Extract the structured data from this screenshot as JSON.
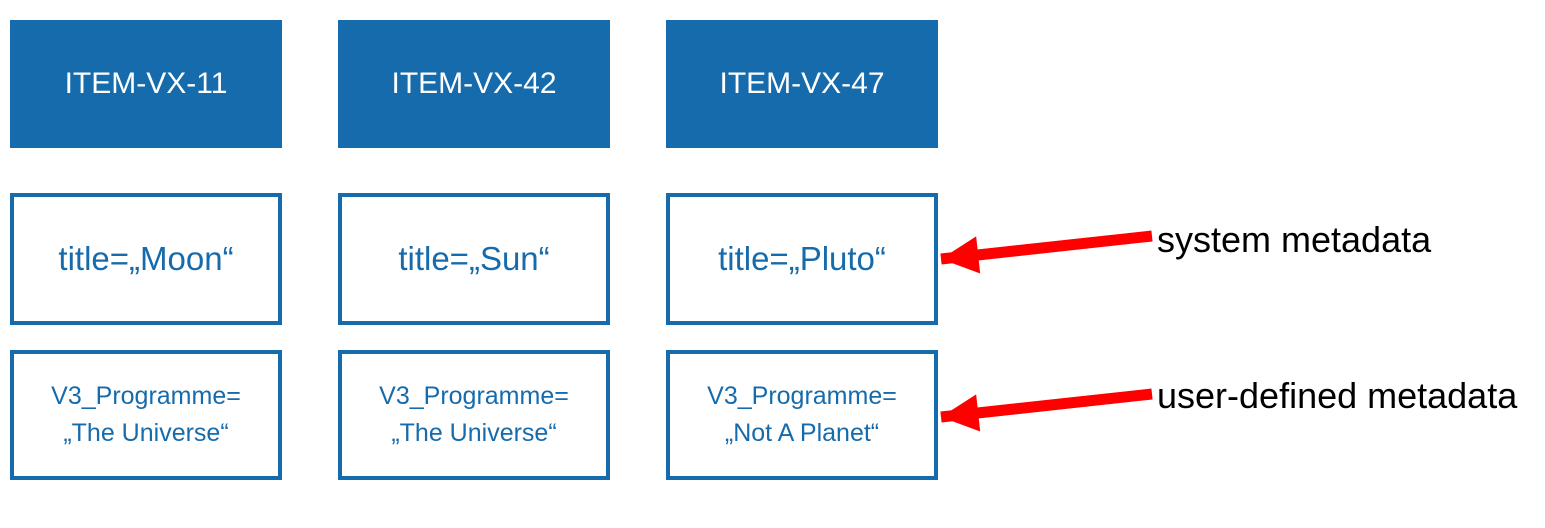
{
  "diagram": {
    "items": [
      {
        "id": "ITEM-VX-11",
        "system_metadata": "title=„Moon“",
        "user_metadata_line1": "V3_Programme=",
        "user_metadata_line2": "„The Universe“"
      },
      {
        "id": "ITEM-VX-42",
        "system_metadata": "title=„Sun“",
        "user_metadata_line1": "V3_Programme=",
        "user_metadata_line2": "„The Universe“"
      },
      {
        "id": "ITEM-VX-47",
        "system_metadata": "title=„Pluto“",
        "user_metadata_line1": "V3_Programme=",
        "user_metadata_line2": "„Not A Planet“"
      }
    ],
    "annotations": [
      {
        "label": "system metadata",
        "points_to": "system-metadata-box"
      },
      {
        "label": "user-defined metadata",
        "points_to": "user-metadata-box"
      }
    ],
    "colors": {
      "box_blue": "#166BAC",
      "header_text": "#FFFFFF",
      "arrow_red": "#FF0000",
      "annotation_text": "#000000"
    }
  }
}
